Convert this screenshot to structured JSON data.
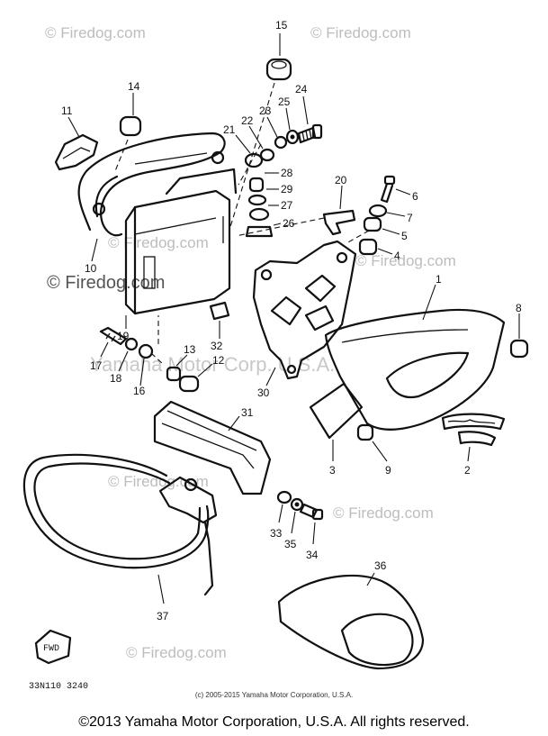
{
  "watermarks": {
    "firedog_1": "© Firedog.com",
    "firedog_2": "© Firedog.com",
    "firedog_3": "© Firedog.com",
    "firedog_4": "© Firedog.com",
    "firedog_5": "© Firedog.com",
    "firedog_6": "© Firedog.com",
    "firedog_7": "© Firedog.com",
    "firedog_8": "© Firedog.com",
    "yamaha": "Yamaha Motor Corp. U.S.A."
  },
  "callouts": {
    "c1": "1",
    "c2": "2",
    "c3": "3",
    "c4": "4",
    "c5": "5",
    "c6": "6",
    "c7": "7",
    "c8": "8",
    "c9": "9",
    "c10": "10",
    "c11": "11",
    "c12": "12",
    "c13": "13",
    "c14": "14",
    "c15": "15",
    "c16": "16",
    "c17": "17",
    "c18": "18",
    "c19": "19",
    "c20": "20",
    "c21": "21",
    "c22": "22",
    "c23": "23",
    "c24": "24",
    "c25": "25",
    "c26": "26",
    "c27": "27",
    "c28": "28",
    "c29": "29",
    "c30": "30",
    "c31": "31",
    "c32": "32",
    "c33": "33",
    "c34": "34",
    "c35": "35",
    "c36": "36",
    "c37": "37"
  },
  "fwd_label": "FWD",
  "drawing_code": "33N110 3240",
  "copyright_small": "(c) 2005-2015 Yamaha Motor Corporation, U.S.A.",
  "copyright_main": "©2013 Yamaha Motor Corporation, U.S.A. All rights reserved."
}
